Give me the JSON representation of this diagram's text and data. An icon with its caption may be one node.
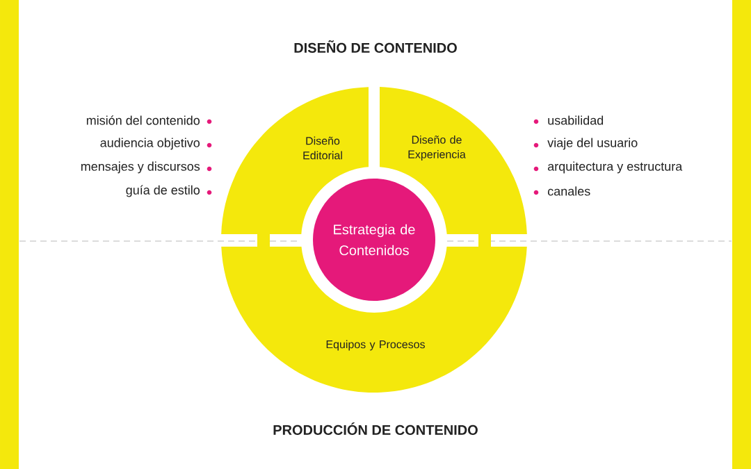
{
  "diagram": {
    "title": "DISEÑO DE CONTENIDO",
    "nodes": [
      {
        "text": [
          "Diseño Editorial"
        ]
      },
      {
        "text": [
          "Diseño de Experiencia"
        ]
      },
      {
        "text": [
          "Equipos y Procesos"
        ]
      },
      {
        "text": [
          "Estrategia de Contenidos"
        ]
      }
    ],
    "edges": [],
    "labels": [
      "misión del contenido",
      "usabilidad",
      "audiencia objetivo",
      "viaje del usuario",
      "mensajes y discursos",
      "arquitectura y estructura",
      "guía de estilo",
      "canales",
      "PRODUCCIÓN DE CONTENIDO"
    ]
  }
}
